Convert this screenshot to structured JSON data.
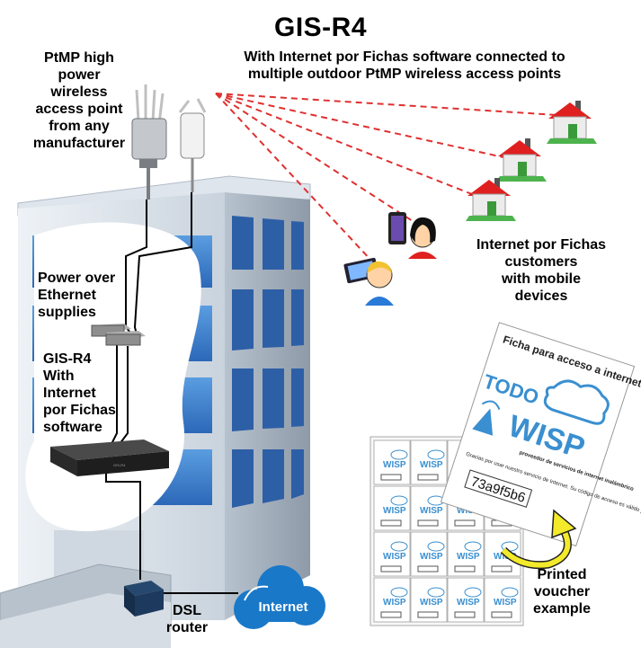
{
  "title": "GIS-R4",
  "subtitle_line1": "With Internet por Fichas software connected to",
  "subtitle_line2": "multiple outdoor PtMP wireless access points",
  "ap_label": [
    "PtMP high",
    "power",
    "wireless",
    "access point",
    "from any",
    "manufacturer"
  ],
  "poe_label": [
    "Power over",
    "Ethernet",
    "supplies"
  ],
  "gis_label": [
    "GIS-R4",
    "With",
    "Internet",
    "por Fichas",
    "software"
  ],
  "customers_label": [
    "Internet por Fichas",
    "customers",
    "with mobile",
    "devices"
  ],
  "dsl_label": [
    "DSL",
    "router"
  ],
  "internet_label": "Internet",
  "printed_label": [
    "Printed",
    "voucher",
    "example"
  ],
  "voucher": {
    "header": "Ficha para acceso a internet",
    "brand_top": "TODO",
    "brand_main": "WISP",
    "brand_sub": "proveedor de servicios de internet inalámbrico",
    "thanks": "Gracias por usar nuestro servicio de Internet. Su código de acceso es válido por un mes",
    "code": "73a9f5b6"
  },
  "device_text": "GIS-R4",
  "colors": {
    "link_dash": "#e03030",
    "building_blue": "#3f7fcc",
    "house_roof": "#e02020",
    "cloud": "#1a78c8"
  }
}
